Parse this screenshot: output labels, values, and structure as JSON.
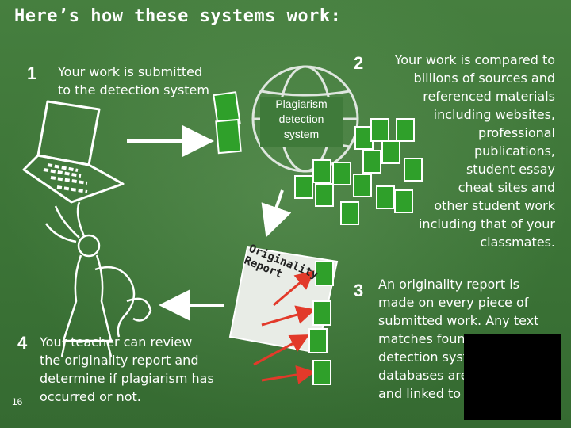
{
  "title": "Here’s how these systems work:",
  "step1": {
    "number": "1",
    "text_lines": [
      "Your work is submitted",
      "to the detection system"
    ]
  },
  "step2": {
    "number": "2",
    "text_lines": [
      "Your work is compared to",
      "billions of sources and",
      "referenced materials",
      "including websites,",
      "professional",
      "publications,",
      "student essay",
      "cheat sites and",
      "other student work",
      "including that of your",
      "classmates."
    ]
  },
  "step3": {
    "number": "3",
    "text_lines": [
      "An originality report is",
      "made on every piece of",
      "submitted work. Any text",
      "matches found in the",
      "detection system's",
      "databases are highlighted",
      "and linked to"
    ]
  },
  "step4": {
    "number": "4",
    "text_lines": [
      "Your teacher can review",
      "the originality report and",
      "determine if plagiarism has",
      "occurred or not."
    ]
  },
  "system_label_lines": [
    "Plagiarism",
    "detection",
    "system"
  ],
  "report_label_lines": [
    "Originality",
    "Report"
  ],
  "slide_number": "16",
  "colors": {
    "board": "#3f7a3a",
    "text": "#ffffff",
    "arrow_red": "#e23a2a",
    "doc_green": "#2fa02a"
  },
  "icons": [
    "laptop-icon",
    "globe-icon",
    "document-stack-icon",
    "teacher-illustration-icon",
    "arrow-icon"
  ]
}
